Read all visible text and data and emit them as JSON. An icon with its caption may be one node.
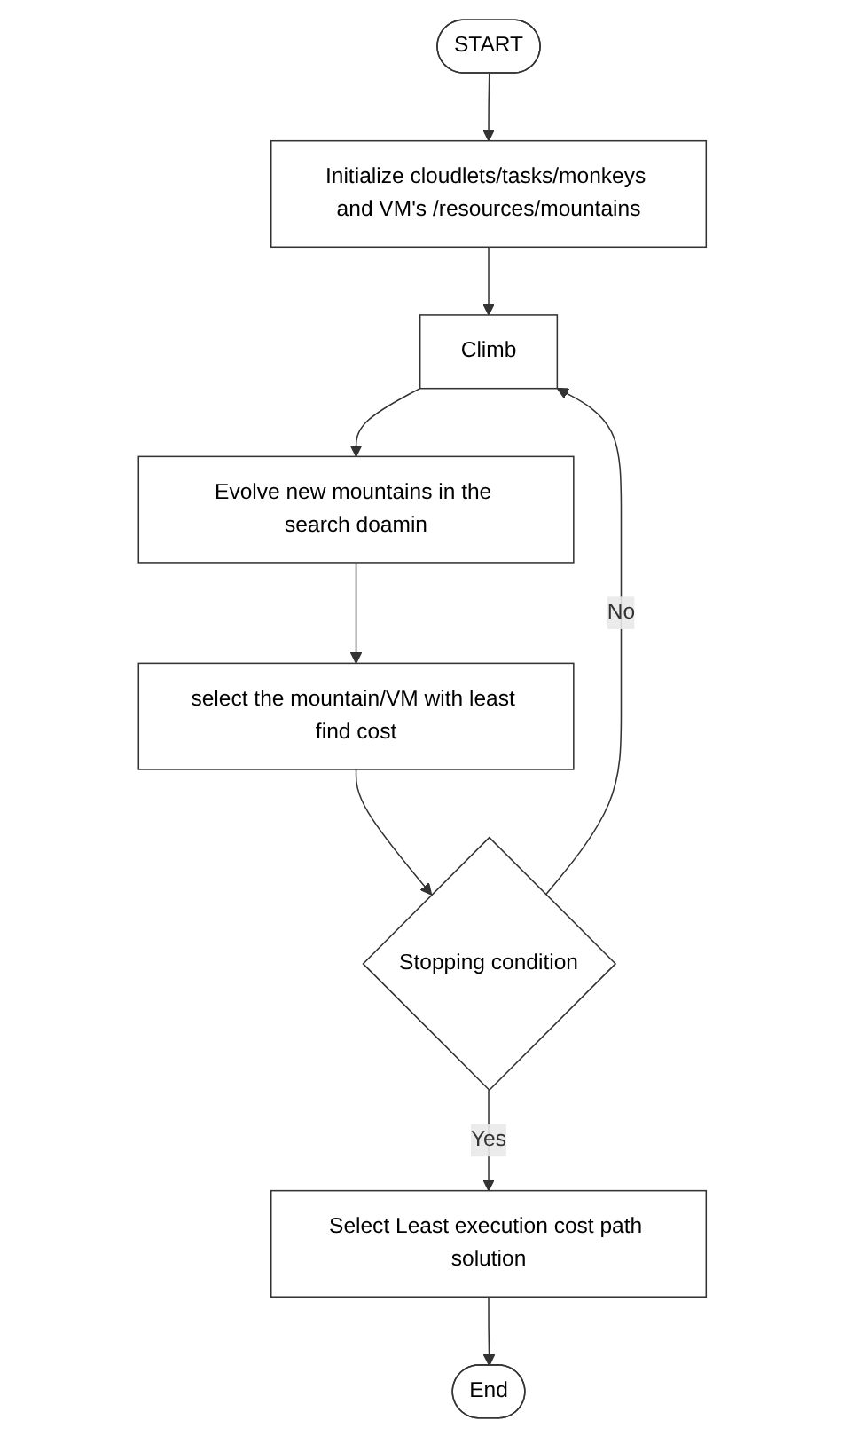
{
  "diagram": {
    "nodes": [
      {
        "text": [
          "START"
        ]
      },
      {
        "text": [
          "Initialize cloudlets/tasks/monkeys and VM's /resources/mountains"
        ]
      },
      {
        "text": [
          "Climb"
        ]
      },
      {
        "text": [
          "Evolve new mountains in the search doamin"
        ]
      },
      {
        "text": [
          "select the mountain/VM with least find cost"
        ]
      },
      {
        "text": [
          "Stopping condition"
        ]
      },
      {
        "text": [
          "Select Least execution cost path solution"
        ]
      },
      {
        "text": [
          "End"
        ]
      }
    ],
    "edges": [
      {
        "from": 0,
        "to": 1,
        "arrow": "to"
      },
      {
        "from": 1,
        "to": 2,
        "arrow": "to"
      },
      {
        "from": 2,
        "to": 3,
        "arrow": "to"
      },
      {
        "from": 3,
        "to": 4,
        "arrow": "to"
      },
      {
        "from": 4,
        "to": 5,
        "arrow": "to"
      },
      {
        "from": 5,
        "to": 2,
        "arrow": "to",
        "label": "No"
      },
      {
        "from": 5,
        "to": 6,
        "arrow": "to",
        "label": "Yes"
      },
      {
        "from": 6,
        "to": 7,
        "arrow": "to"
      }
    ]
  }
}
